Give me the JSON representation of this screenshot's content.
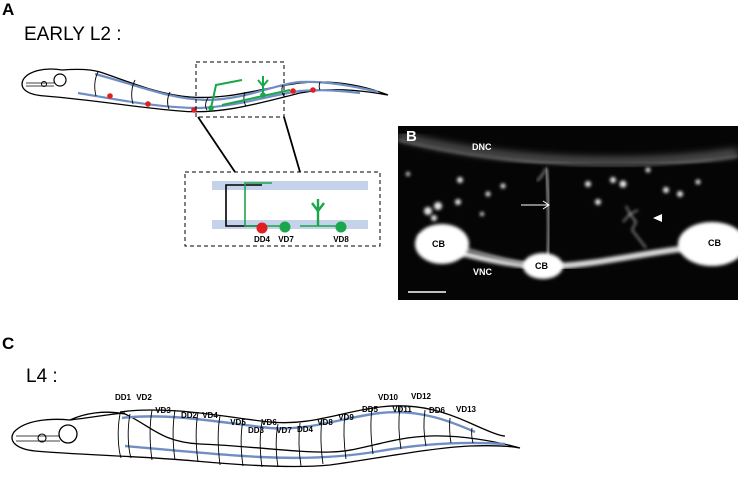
{
  "panels": {
    "a": {
      "letter": "A",
      "stage": "EARLY L2 :",
      "neurons": {
        "dd4": "DD4",
        "vd7": "VD7",
        "vd8": "VD8"
      }
    },
    "b": {
      "letter": "B",
      "labels": {
        "dnc": "DNC",
        "vnc": "VNC",
        "cb1": "CB",
        "cb2": "CB",
        "cb3": "CB"
      }
    },
    "c": {
      "letter": "C",
      "stage": "L4 :",
      "neurons": {
        "dd1": "DD1",
        "vd2": "VD2",
        "vd3": "VD3",
        "dd2": "DD2",
        "vd4": "VD4",
        "vd5": "VD5",
        "vd6": "VD6",
        "dd3": "DD3",
        "vd7": "VD7",
        "dd4": "DD4",
        "vd8": "VD8",
        "vd9": "VD9",
        "dd5": "DD5",
        "vd10": "VD10",
        "vd11": "VD11",
        "vd12": "VD12",
        "dd6": "DD6",
        "vd13": "VD13"
      }
    }
  },
  "colors": {
    "nerve_cord": "#6f8fc4",
    "cord_highlight": "#c5d3ea",
    "dd_neuron": "#e02020",
    "vd_neuron": "#1aa64a",
    "outline": "#000000",
    "micrograph_bg": "#050505"
  },
  "icons": [
    "worm-outline",
    "arrow",
    "arrowhead",
    "scale-bar"
  ]
}
